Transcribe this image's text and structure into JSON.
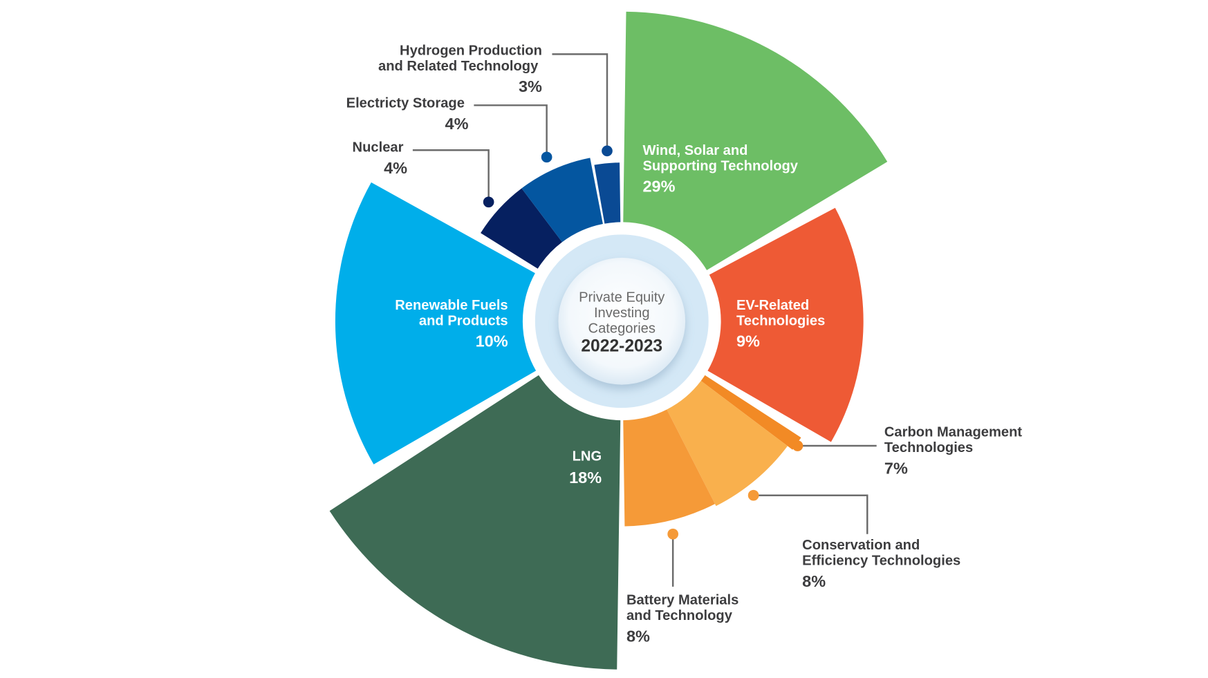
{
  "chart_data": {
    "type": "pie",
    "variant": "polar-area donut (wedge radius varies by category)",
    "title": "Private Equity Investing Categories 2022-2023",
    "center_label": {
      "line1": "Private Equity",
      "line2": "Investing",
      "line3": "Categories",
      "year": "2022-2023"
    },
    "categories": [
      "Wind, Solar and Supporting Technology",
      "EV-Related Technologies",
      "Carbon Management Technologies",
      "Conservation and Efficiency Technologies",
      "Battery Materials and Technology",
      "LNG",
      "Renewable Fuels and Products",
      "Nuclear",
      "Electricty Storage",
      "Hydrogen Production and Related Technology"
    ],
    "values": [
      29,
      9,
      7,
      8,
      8,
      18,
      10,
      4,
      4,
      3
    ],
    "unit": "%",
    "colors": [
      "#6DBE65",
      "#EE5A35",
      "#F28A25",
      "#F9B04D",
      "#F59A38",
      "#3E6B55",
      "#00AEEA",
      "#062060",
      "#0456A0",
      "#0A4A94"
    ],
    "legend": "none (direct labels)"
  },
  "labels": {
    "wind": {
      "line1": "Wind, Solar and",
      "line2": "Supporting Technology",
      "pct": "29%"
    },
    "ev": {
      "line1": "EV-Related",
      "line2": "Technologies",
      "pct": "9%"
    },
    "carbon": {
      "line1": "Carbon Management",
      "line2": "Technologies",
      "pct": "7%"
    },
    "conservation": {
      "line1": "Conservation and",
      "line2": "Efficiency Technologies",
      "pct": "8%"
    },
    "battery": {
      "line1": "Battery Materials",
      "line2": "and Technology",
      "pct": "8%"
    },
    "lng": {
      "line1": "LNG",
      "pct": "18%"
    },
    "renewable": {
      "line1": "Renewable Fuels",
      "line2": "and Products",
      "pct": "10%"
    },
    "nuclear": {
      "line1": "Nuclear",
      "pct": "4%"
    },
    "storage": {
      "line1": "Electricty Storage",
      "pct": "4%"
    },
    "hydrogen": {
      "line1": "Hydrogen Production",
      "line2": "and Related Technology",
      "pct": "3%"
    }
  }
}
